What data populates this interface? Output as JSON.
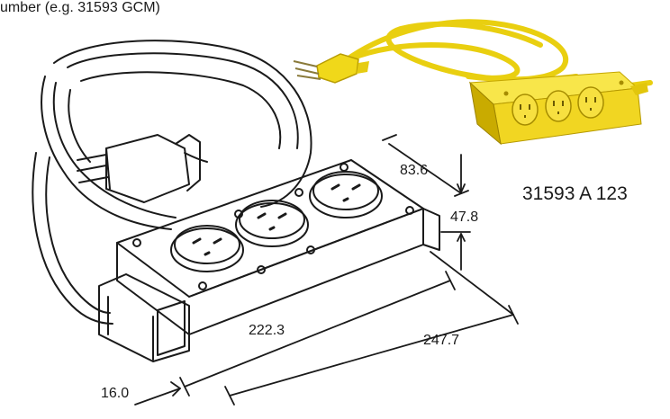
{
  "caption": "umber (e.g. 31593 GCM)",
  "part_number": "31593 A 123",
  "dimensions": {
    "depth": "83.6",
    "height": "47.8",
    "inner_length": "222.3",
    "overall_length": "247.7",
    "end_cap": "16.0"
  },
  "colors": {
    "product_yellow": "#f5df1e",
    "product_shadow": "#c9a800",
    "line_art": "#1a1a1a"
  }
}
